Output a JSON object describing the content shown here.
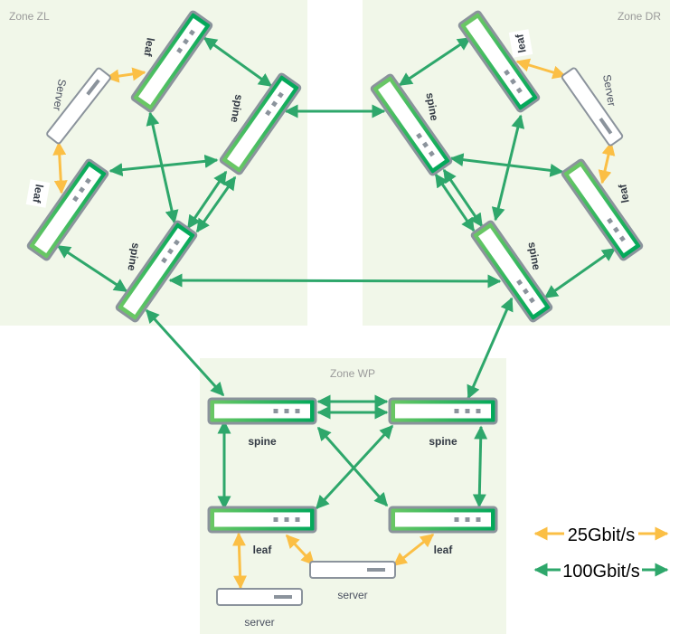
{
  "zones": {
    "zl": {
      "label": "Zone ZL"
    },
    "dr": {
      "label": "Zone DR"
    },
    "wp": {
      "label": "Zone WP"
    }
  },
  "devices": {
    "zl_leaf1": {
      "label": "leaf"
    },
    "zl_spine1": {
      "label": "spine"
    },
    "zl_server": {
      "label": "Server"
    },
    "zl_leaf2": {
      "label": "leaf"
    },
    "zl_spine2": {
      "label": "spine"
    },
    "dr_spine1": {
      "label": "spine"
    },
    "dr_leaf1": {
      "label": "leaf"
    },
    "dr_server": {
      "label": "Server"
    },
    "dr_leaf2": {
      "label": "leaf"
    },
    "dr_spine2": {
      "label": "spine"
    },
    "wp_spine1": {
      "label": "spine"
    },
    "wp_spine2": {
      "label": "spine"
    },
    "wp_leaf1": {
      "label": "leaf"
    },
    "wp_leaf2": {
      "label": "leaf"
    },
    "wp_server1": {
      "label": "server"
    },
    "wp_server2": {
      "label": "server"
    }
  },
  "legend": {
    "speed_25": {
      "label": "25Gbit/s",
      "color": "#fbbf45"
    },
    "speed_100": {
      "label": "100Gbit/s",
      "color": "#2ea76b"
    }
  },
  "colors": {
    "zone_bg": "#f1f7e9",
    "device_green": "#1aab5c",
    "device_border": "#8b939c"
  }
}
